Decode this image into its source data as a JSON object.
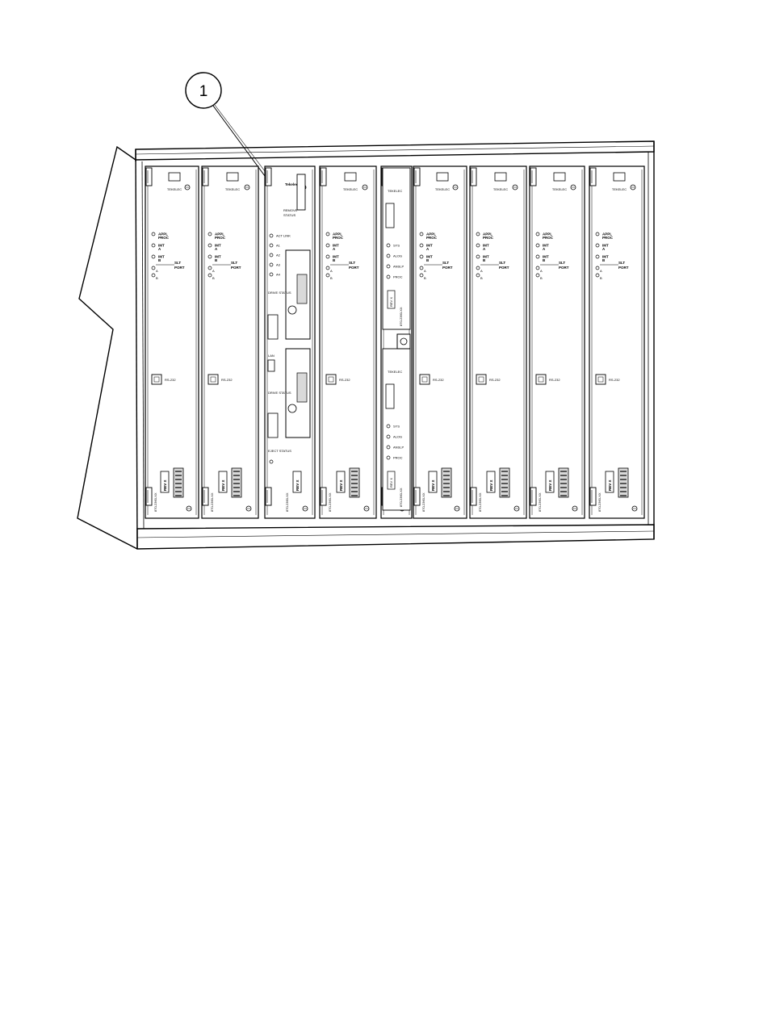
{
  "callout": {
    "number": "1"
  },
  "boards": [
    {
      "kind": "line",
      "brand": "TEKELEC",
      "leds": [
        "APPL PROC",
        "IMT A",
        "IMT B"
      ],
      "port_label": "SLT PORT",
      "port_ab": [
        "A",
        "B"
      ],
      "connector": "RS-232",
      "rev": "REV X",
      "part": "870-2360-XX"
    },
    {
      "kind": "line",
      "brand": "TEKELEC",
      "leds": [
        "APPL PROC",
        "IMT A",
        "IMT B"
      ],
      "port_label": "SLT PORT",
      "port_ab": [
        "A",
        "B"
      ],
      "connector": "RS-232",
      "rev": "REV X",
      "part": "870-2360-XX"
    },
    {
      "kind": "mass",
      "brand": "Tekelec",
      "title": "REMOVE STATUS",
      "leds": [
        "ACT LINK",
        "A1",
        "A2",
        "A3",
        "A4"
      ],
      "mid_labels": [
        "DRIVE STATUS",
        "LAN",
        "DRIVE STATUS",
        "EJECT STATUS"
      ],
      "rev": "REV X",
      "part": "870-2360-XX"
    },
    {
      "kind": "line",
      "brand": "TEKELEC",
      "leds": [
        "APPL PROC",
        "IMT A",
        "IMT B"
      ],
      "port_label": "SLT PORT",
      "port_ab": [
        "A",
        "B"
      ],
      "connector": "RS-232",
      "rev": "REV X",
      "part": "870-2360-XX"
    },
    {
      "kind": "dual",
      "brand": "TEKELEC",
      "leds": [
        "SYS",
        "ALOG",
        "ANSLP",
        "PROC"
      ],
      "rev": "REV X",
      "part": "870-2360-XX"
    },
    {
      "kind": "line",
      "brand": "TEKELEC",
      "leds": [
        "APPL PROC",
        "IMT A",
        "IMT B"
      ],
      "port_label": "SLT PORT",
      "port_ab": [
        "A",
        "B"
      ],
      "connector": "RS-232",
      "rev": "REV X",
      "part": "870-2360-XX"
    },
    {
      "kind": "line",
      "brand": "TEKELEC",
      "leds": [
        "APPL PROC",
        "IMT A",
        "IMT B"
      ],
      "port_label": "SLT PORT",
      "port_ab": [
        "A",
        "B"
      ],
      "connector": "RS-232",
      "rev": "REV X",
      "part": "870-2360-XX"
    },
    {
      "kind": "line",
      "brand": "TEKELEC",
      "leds": [
        "APPL PROC",
        "IMT A",
        "IMT B"
      ],
      "port_label": "SLT PORT",
      "port_ab": [
        "A",
        "B"
      ],
      "connector": "RS-232",
      "rev": "REV X",
      "part": "870-2360-XX"
    },
    {
      "kind": "line",
      "brand": "TEKELEC",
      "leds": [
        "APPL PROC",
        "IMT A",
        "IMT B"
      ],
      "port_label": "SLT PORT",
      "port_ab": [
        "A",
        "B"
      ],
      "connector": "RS-232",
      "rev": "REV X",
      "part": "870-2360-XX"
    }
  ]
}
